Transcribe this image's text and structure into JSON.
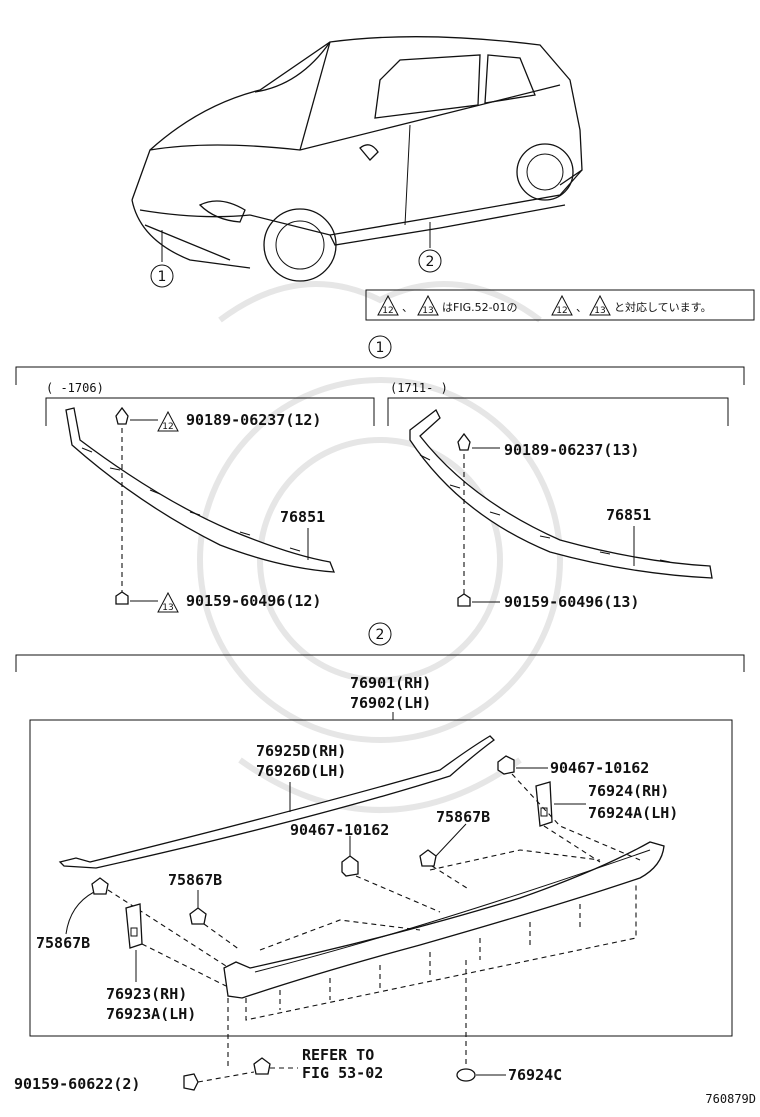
{
  "note": {
    "tri_a": "12",
    "tri_b": "13",
    "sep": "、",
    "text1": "はFIG.52-01の",
    "text2": "と対応しています。"
  },
  "callouts": {
    "one": "1",
    "two": "2"
  },
  "section1": {
    "left_range": "(     -1706)",
    "right_range": "(1711-     )",
    "left": {
      "clip_top": "90189-06237(12)",
      "clip_top_tri": "12",
      "molding": "76851",
      "clip_bottom": "90159-60496(12)",
      "clip_bottom_tri": "13"
    },
    "right": {
      "clip_top": "90189-06237(13)",
      "molding": "76851",
      "clip_bottom": "90159-60496(13)"
    }
  },
  "section2": {
    "assembly_rh": "76901(RH)",
    "assembly_lh": "76902(LH)",
    "molding_rh": "76925D(RH)",
    "molding_lh": "76926D(LH)",
    "clip_nut_right": "90467-10162",
    "bracket_rh": "76924(RH)",
    "bracket_lh": "76924A(LH)",
    "clip_nut_mid": "90467-10162",
    "retainer_mid_right": "75867B",
    "retainer_mid_left": "75867B",
    "retainer_left": "75867B",
    "bracket2_rh": "76923(RH)",
    "bracket2_lh": "76923A(LH)",
    "refer_line1": "REFER TO",
    "refer_line2": "FIG 53-02",
    "screw": "90159-60622(2)",
    "retainer_bottom": "76924C"
  },
  "figure_id": "760879D"
}
